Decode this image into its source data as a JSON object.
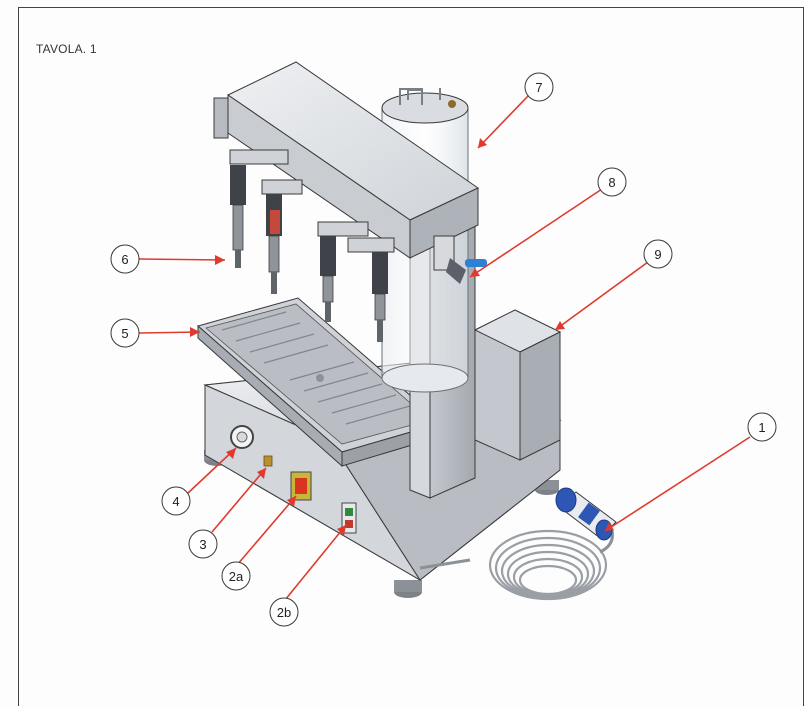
{
  "title": "TAVOLA. 1",
  "callouts": [
    {
      "id": "1",
      "label": "1"
    },
    {
      "id": "2a",
      "label": "2a"
    },
    {
      "id": "2b",
      "label": "2b"
    },
    {
      "id": "3",
      "label": "3"
    },
    {
      "id": "4",
      "label": "4"
    },
    {
      "id": "5",
      "label": "5"
    },
    {
      "id": "6",
      "label": "6"
    },
    {
      "id": "7",
      "label": "7"
    },
    {
      "id": "8",
      "label": "8"
    },
    {
      "id": "9",
      "label": "9"
    }
  ],
  "colors": {
    "leader": "#e03a2f",
    "metal_light": "#e3e5e8",
    "metal_mid": "#c9ccd1",
    "metal_dark": "#9da1a8",
    "outline": "#3a3a3a",
    "switch_red": "#d8341f",
    "plug_blue": "#2e56b5"
  }
}
